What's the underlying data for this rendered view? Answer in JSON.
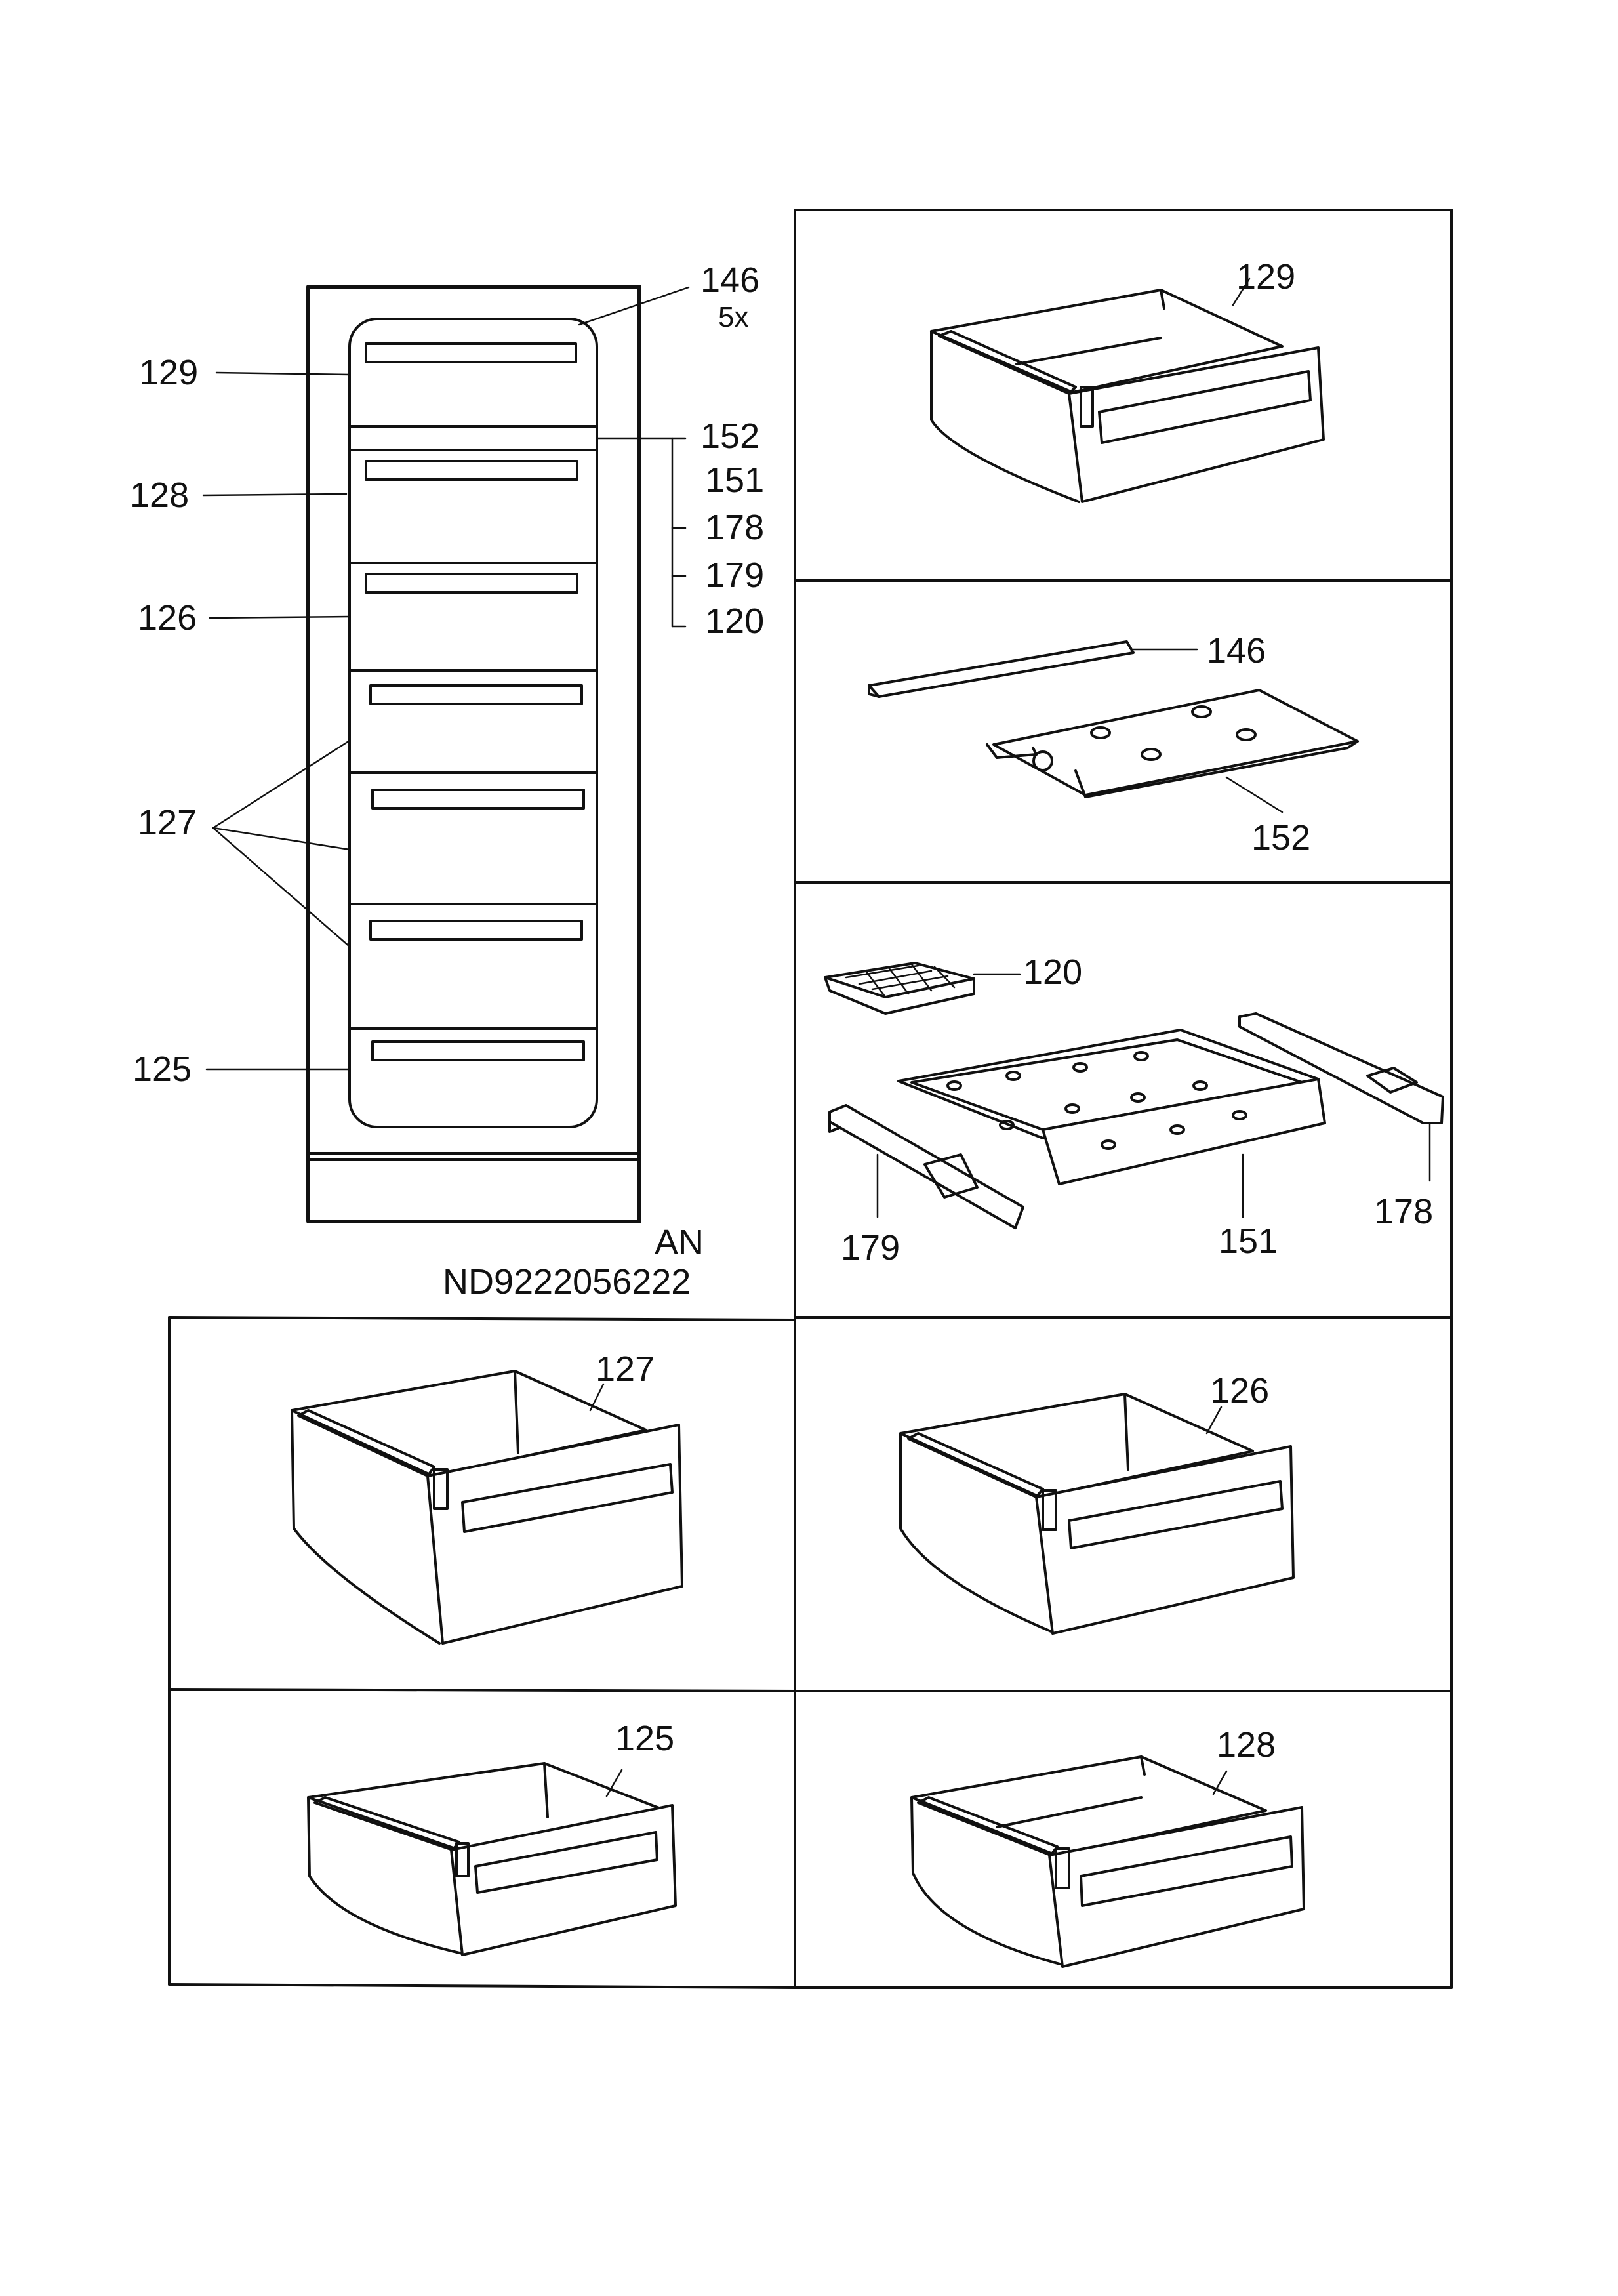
{
  "labels": {
    "l146": "146",
    "l5x": "5x",
    "l129": "129",
    "l152": "152",
    "l151": "151",
    "l178": "178",
    "l179": "179",
    "l120": "120",
    "l128": "128",
    "l126": "126",
    "l127": "127",
    "l125": "125",
    "an": "AN",
    "code": "ND9222056222"
  },
  "panels": {
    "p129": "129",
    "p146": "146",
    "p152": "152",
    "p120": "120",
    "p151": "151",
    "p178": "178",
    "p179": "179",
    "p127": "127",
    "p126": "126",
    "p125": "125",
    "p128": "128"
  }
}
